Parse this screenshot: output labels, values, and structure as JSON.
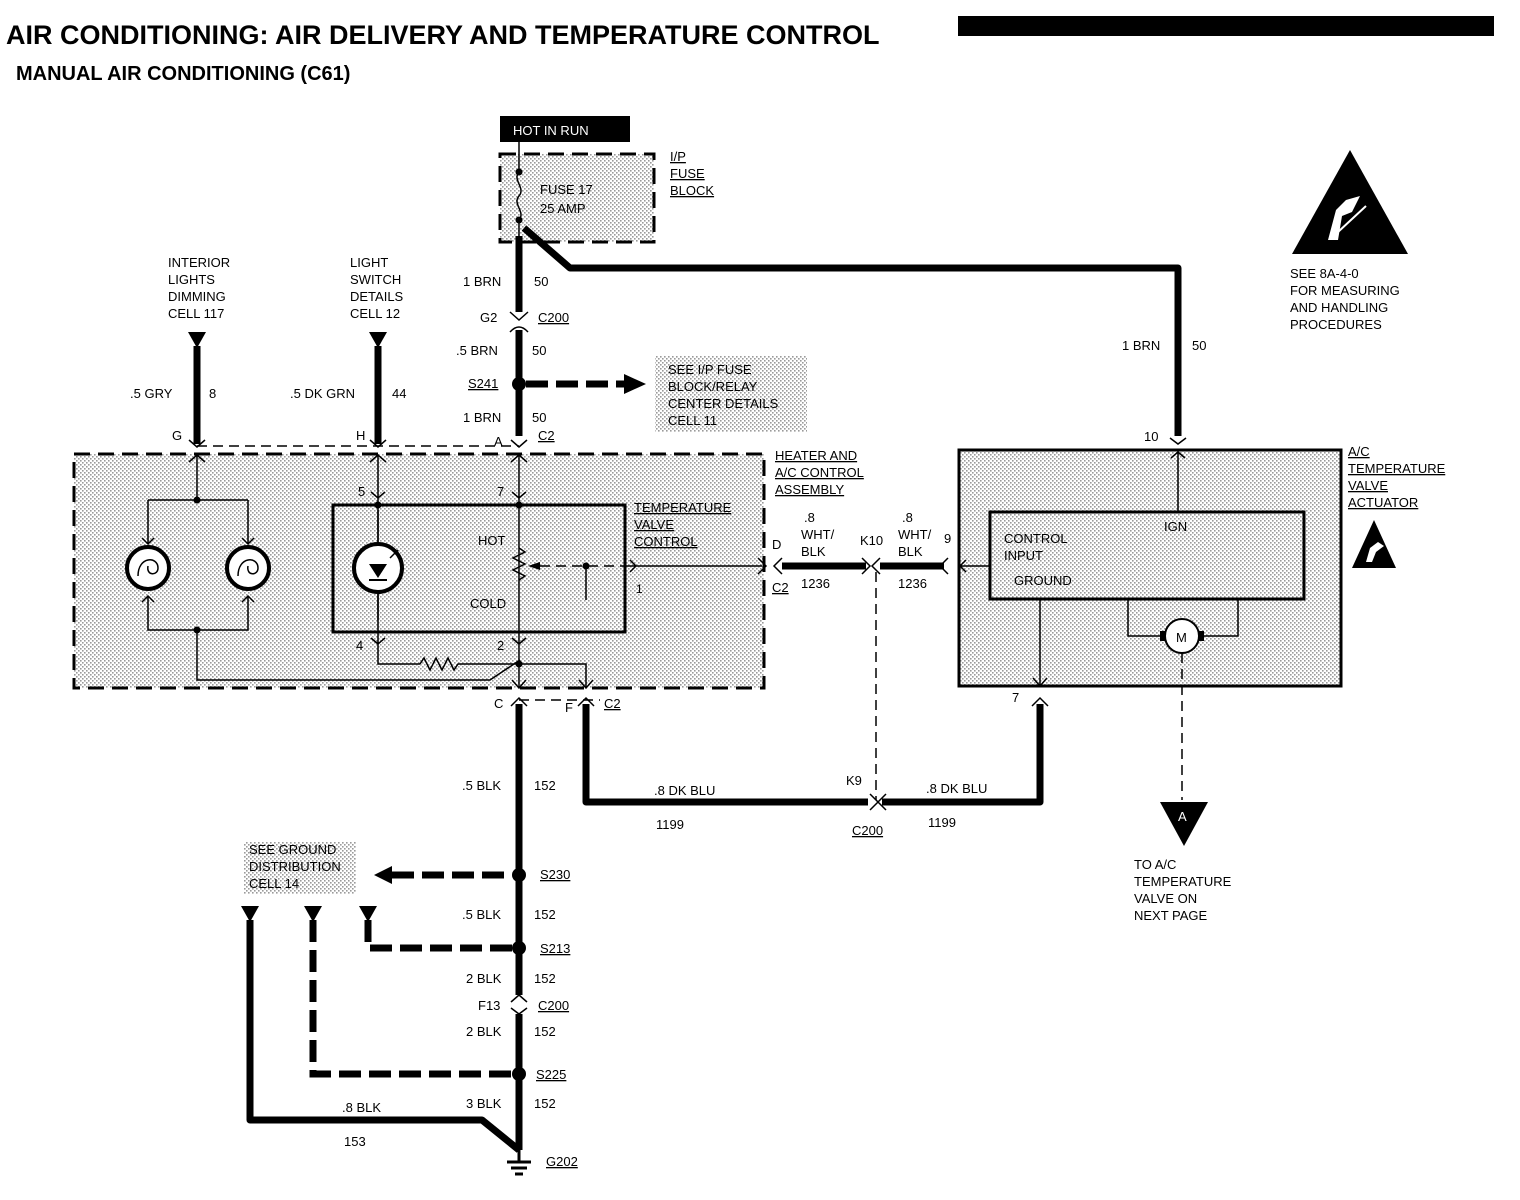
{
  "header": {
    "title": "AIR CONDITIONING: AIR DELIVERY AND TEMPERATURE CONTROL",
    "subtitle": "MANUAL AIR CONDITIONING (C61)"
  },
  "power": {
    "hot_in_run": "HOT IN RUN",
    "fuse_label_1": "FUSE 17",
    "fuse_label_2": "25 AMP",
    "fuse_block_1": "I/P",
    "fuse_block_2": "FUSE",
    "fuse_block_3": "BLOCK"
  },
  "esd": {
    "line1": "SEE 8A-4-0",
    "line2": "FOR MEASURING",
    "line3": "AND HANDLING",
    "line4": "PROCEDURES"
  },
  "refs": {
    "interior_1": "INTERIOR",
    "interior_2": "LIGHTS",
    "interior_3": "DIMMING",
    "interior_4": "CELL 117",
    "light_1": "LIGHT",
    "light_2": "SWITCH",
    "light_3": "DETAILS",
    "light_4": "CELL 12",
    "ipfuse_1": "SEE I/P FUSE",
    "ipfuse_2": "BLOCK/RELAY",
    "ipfuse_3": "CENTER DETAILS",
    "ipfuse_4": "CELL 11",
    "ground_1": "SEE GROUND",
    "ground_2": "DISTRIBUTION",
    "ground_3": "CELL 14",
    "page_1": "TO A/C",
    "page_2": "TEMPERATURE",
    "page_3": "VALVE  ON",
    "page_4": "NEXT PAGE",
    "page_marker": "A"
  },
  "wires": {
    "brn1_size": "1 BRN",
    "brn1_num": "50",
    "brn05_size": ".5 BRN",
    "brn05_num": "50",
    "brn2_size": "1 BRN",
    "brn2_num": "50",
    "brn3_size": "1 BRN",
    "brn3_num": "50",
    "gry_size": ".5 GRY",
    "gry_num": "8",
    "dkgrn_size": ".5 DK GRN",
    "dkgrn_num": "44",
    "blk1_size": ".5 BLK",
    "blk1_num": "152",
    "blk2_size": ".5 BLK",
    "blk2_num": "152",
    "blk3_size": "2 BLK",
    "blk3_num": "152",
    "blk4_size": "2 BLK",
    "blk4_num": "152",
    "blk5_size": "3 BLK",
    "blk5_num": "152",
    "blk6_size": ".8 BLK",
    "blk6_num": "153",
    "blu1_size": ".8 DK BLU",
    "blu1_num": "1199",
    "blu2_size": ".8 DK BLU",
    "blu2_num": "1199",
    "wht1_a": ".8",
    "wht1_b": "WHT/",
    "wht1_c": "BLK",
    "wht1_num": "1236",
    "wht2_a": ".8",
    "wht2_b": "WHT/",
    "wht2_c": "BLK",
    "wht2_num": "1236"
  },
  "connectors": {
    "g2": "G2",
    "c200_a": "C200",
    "s241": "S241",
    "a": "A",
    "c2_a": "C2",
    "g": "G",
    "h": "H",
    "pin5": "5",
    "pin7": "7",
    "pin4": "4",
    "pin2": "2",
    "pin1": "1",
    "c": "C",
    "f": "F",
    "c2_b": "C2",
    "d": "D",
    "c2_c": "C2",
    "k10": "K10",
    "pin9": "9",
    "pin10": "10",
    "pin7b": "7",
    "k9": "K9",
    "c200_b": "C200",
    "s230": "S230",
    "s213": "S213",
    "f13": "F13",
    "c200_c": "C200",
    "s225": "S225",
    "g202": "G202"
  },
  "components": {
    "heater_1": "HEATER AND",
    "heater_2": "A/C CONTROL",
    "heater_3": "ASSEMBLY",
    "tvc_1": "TEMPERATURE",
    "tvc_2": "VALVE",
    "tvc_3": "CONTROL",
    "hot": "HOT",
    "cold": "COLD",
    "act_1": "A/C",
    "act_2": "TEMPERATURE",
    "act_3": "VALVE",
    "act_4": "ACTUATOR",
    "control": "CONTROL",
    "input": "INPUT",
    "ign": "IGN",
    "ground": "GROUND",
    "motor": "M"
  }
}
